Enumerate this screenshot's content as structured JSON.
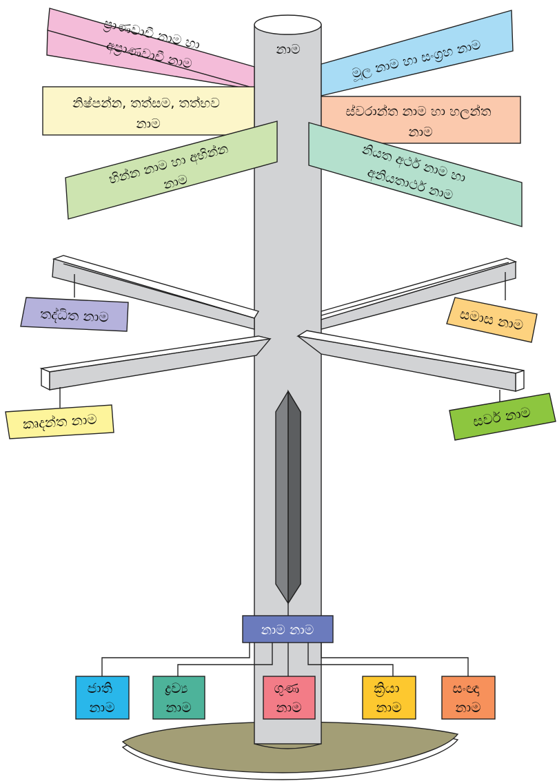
{
  "pole_label": "නාම",
  "signs": [
    {
      "id": "sign-pranavachi",
      "lines": [
        "ප්‍රාණවාචී නාම හා",
        "අප්‍රාණවාචී නාම"
      ],
      "color": "#f4bcd9"
    },
    {
      "id": "sign-mula",
      "lines": [
        "මූල නාම හා සංග්‍රහ නාම"
      ],
      "color": "#a8dcf5"
    },
    {
      "id": "sign-nishpanna",
      "lines": [
        "නිෂ්පන්න, තත්සම, තත්භව",
        "නාම"
      ],
      "color": "#fcf6c9"
    },
    {
      "id": "sign-swaranta",
      "lines": [
        "ස්වරාන්ත නාම හා හලන්ත",
        "නාම"
      ],
      "color": "#fbc9ad"
    },
    {
      "id": "sign-bhinna",
      "lines": [
        "භින්න නාම හා අභින්න",
        "නාම"
      ],
      "color": "#cde4b0"
    },
    {
      "id": "sign-niyata",
      "lines": [
        "නියත අර්ථ නාම හා",
        "අනියතාර්ථ නාම"
      ],
      "color": "#b4e0cd"
    }
  ],
  "branches": [
    {
      "id": "branch-taddhita",
      "label": "තද්ධිත නාම",
      "color": "#b5b2dc"
    },
    {
      "id": "branch-samasa",
      "label": "සමාස නාම",
      "color": "#fdd27f"
    },
    {
      "id": "branch-krudanta",
      "label": "කෘදන්ත නාම",
      "color": "#fdf49b"
    },
    {
      "id": "branch-sarva",
      "label": "සර්ව නාම",
      "color": "#8dc63f"
    }
  ],
  "center_box": {
    "label": "නාම නාම",
    "color": "#6b7bbd"
  },
  "sub_boxes": [
    {
      "id": "jati",
      "lines": [
        "ජාති",
        "නාම"
      ],
      "color": "#29b7ea"
    },
    {
      "id": "dravya",
      "lines": [
        "ද්‍රව්‍ය",
        "නාම"
      ],
      "color": "#4db39a"
    },
    {
      "id": "guna",
      "lines": [
        "ගුණ",
        "නාම"
      ],
      "color": "#f37c87"
    },
    {
      "id": "kriya",
      "lines": [
        "ක්‍රියා",
        "නාම"
      ],
      "color": "#fdc82f"
    },
    {
      "id": "sangna",
      "lines": [
        "සංඥා",
        "නාම"
      ],
      "color": "#f7915b"
    }
  ],
  "pole_color": "#d2d3d5",
  "base_color": "#a39e76",
  "crossbar_color": "#d2d3d5"
}
